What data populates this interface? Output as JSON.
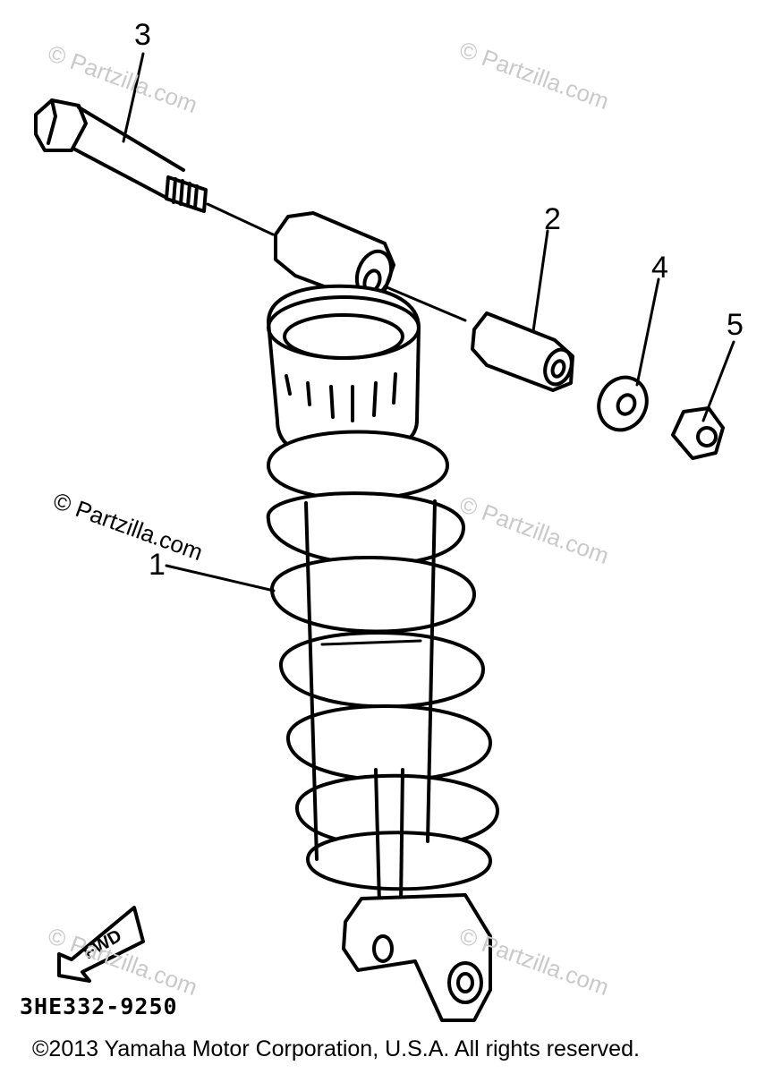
{
  "callouts": {
    "c1": "1",
    "c2": "2",
    "c3": "3",
    "c4": "4",
    "c5": "5"
  },
  "watermark_text": "© Partzilla.com",
  "fwd_label": "FWD",
  "part_code": "3HE332-9250",
  "copyright": "©2013 Yamaha Motor Corporation, U.S.A. All rights reserved."
}
